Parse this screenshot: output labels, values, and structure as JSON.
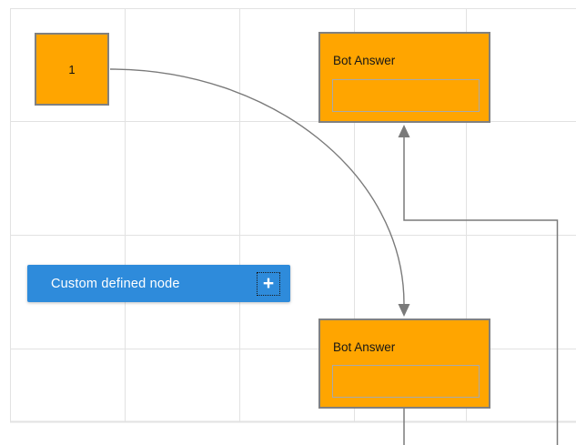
{
  "canvas": {
    "background": "#ffffff",
    "grid_line_color": "#e2e2e2",
    "connector_color": "#7a7a7a"
  },
  "nodes": {
    "start": {
      "label": "1",
      "fill": "#ffa500",
      "border_color": "#808080"
    },
    "bot_answer_top": {
      "title": "Bot Answer",
      "fill": "#ffa500",
      "border_color": "#808080",
      "input_value": ""
    },
    "bot_answer_bottom": {
      "title": "Bot Answer",
      "fill": "#ffa500",
      "border_color": "#808080",
      "input_value": ""
    },
    "custom": {
      "label": "Custom defined node",
      "fill": "#2e8bdb",
      "text_color": "#ffffff",
      "add_icon": "+"
    }
  }
}
